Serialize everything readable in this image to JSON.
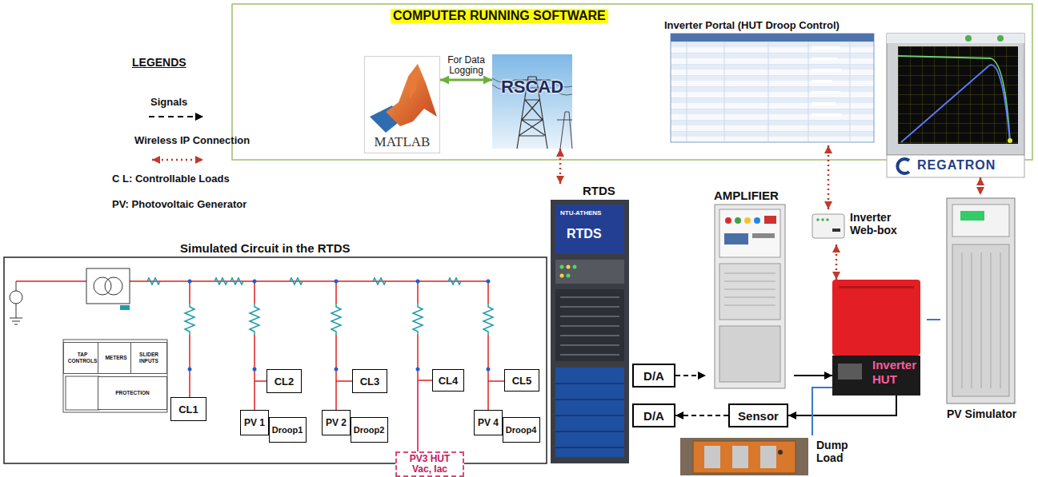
{
  "diagram": {
    "nodes": [
      {
        "text": [
          "COMPUTER RUNNING SOFTWARE"
        ]
      },
      {
        "text": [
          "MATLAB"
        ],
        "in": 0
      },
      {
        "text": [
          "RSCAD"
        ],
        "in": 0
      },
      {
        "text": [
          "Inverter Portal (HUT Droop Control)"
        ],
        "in": 0
      },
      {
        "text": [
          "REGATRON"
        ],
        "in": 0
      },
      {
        "text": [
          "Simulated Circuit in the RTDS"
        ]
      },
      {
        "text": [
          "TAP CONTROLS"
        ],
        "in": 5
      },
      {
        "text": [
          "METERS"
        ],
        "in": 5
      },
      {
        "text": [
          "SLIDER INPUTS"
        ],
        "in": 5
      },
      {
        "text": [
          "PROTECTION"
        ],
        "in": 5
      },
      {
        "text": [
          "CL1"
        ],
        "in": 5
      },
      {
        "text": [
          "CL2"
        ],
        "in": 5
      },
      {
        "text": [
          "CL3"
        ],
        "in": 5
      },
      {
        "text": [
          "CL4"
        ],
        "in": 5
      },
      {
        "text": [
          "CL5"
        ],
        "in": 5
      },
      {
        "text": [
          "PV 1"
        ],
        "in": 5
      },
      {
        "text": [
          "Droop1"
        ],
        "in": 5
      },
      {
        "text": [
          "PV 2"
        ],
        "in": 5
      },
      {
        "text": [
          "Droop2"
        ],
        "in": 5
      },
      {
        "text": [
          "PV3 HUT",
          "Vac, Iac"
        ],
        "in": 5
      },
      {
        "text": [
          "PV 4"
        ],
        "in": 5
      },
      {
        "text": [
          "Droop4"
        ],
        "in": 5
      },
      {
        "text": [
          "RTDS"
        ]
      },
      {
        "text": [
          "D/A"
        ]
      },
      {
        "text": [
          "D/A"
        ]
      },
      {
        "text": [
          "AMPLIFIER"
        ]
      },
      {
        "text": [
          "Inverter Web-box"
        ]
      },
      {
        "text": [
          "Inverter HUT"
        ]
      },
      {
        "text": [
          "Sensor"
        ]
      },
      {
        "text": [
          "Dump Load"
        ]
      },
      {
        "text": [
          "PV Simulator"
        ]
      }
    ],
    "edges": [
      {
        "from": 1,
        "to": 2,
        "arrow": "both",
        "label": "For Data Logging"
      },
      {
        "from": 2,
        "to": 22,
        "arrow": "both"
      },
      {
        "from": 3,
        "to": 26,
        "arrow": "both"
      },
      {
        "from": 26,
        "to": 27,
        "arrow": "both"
      },
      {
        "from": 4,
        "to": 30,
        "arrow": "both"
      },
      {
        "from": 23,
        "to": 25,
        "arrow": "to"
      },
      {
        "from": 25,
        "to": 27,
        "arrow": "to"
      },
      {
        "from": 27,
        "to": 28,
        "arrow": "to"
      },
      {
        "from": 28,
        "to": 24,
        "arrow": "to"
      },
      {
        "from": 30,
        "to": 27,
        "arrow": "none"
      },
      {
        "from": 27,
        "to": 29,
        "arrow": "none"
      }
    ],
    "labels": [
      "LEGENDS",
      "NTU-ATHENS",
      "RTDS"
    ],
    "legend": [
      {
        "text": "Signals"
      },
      {
        "text": "Wireless IP Connection"
      },
      {
        "text": "C L: Controllable Loads"
      },
      {
        "text": "PV: Photovoltaic Generator"
      }
    ]
  }
}
